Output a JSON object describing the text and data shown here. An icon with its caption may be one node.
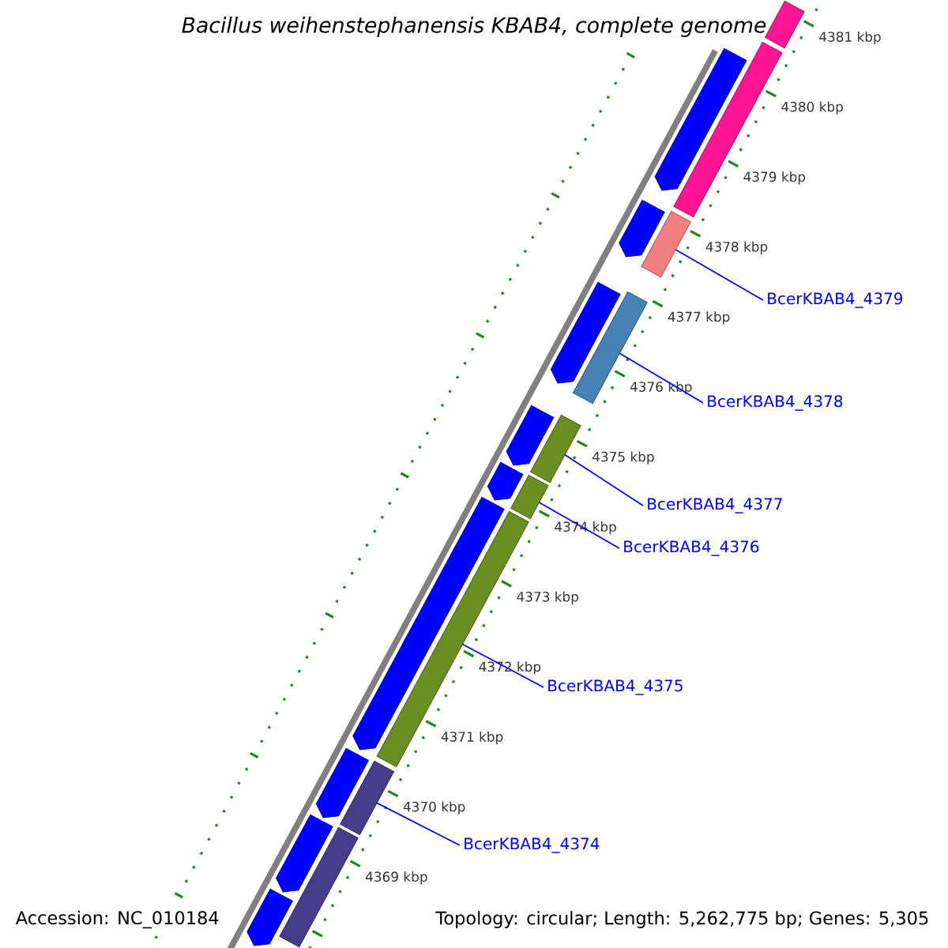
{
  "diagram": {
    "title": "Bacillus weihenstephanensis KBAB4, complete genome",
    "nodes": [
      {
        "text": [
          "BcerKBAB4_4379"
        ]
      },
      {
        "text": [
          "BcerKBAB4_4378"
        ]
      },
      {
        "text": [
          "BcerKBAB4_4377"
        ]
      },
      {
        "text": [
          "BcerKBAB4_4376"
        ]
      },
      {
        "text": [
          "BcerKBAB4_4375"
        ]
      },
      {
        "text": [
          "BcerKBAB4_4374"
        ]
      },
      {
        "text": [],
        "shape": "pentagon"
      },
      {
        "text": [],
        "shape": "bar"
      },
      {
        "text": [],
        "shape": "bar"
      },
      {
        "text": [],
        "shape": "pentagon"
      },
      {
        "text": [],
        "shape": "bar"
      },
      {
        "text": [],
        "shape": "pentagon"
      },
      {
        "text": [],
        "shape": "bar"
      },
      {
        "text": [],
        "shape": "pentagon"
      },
      {
        "text": [],
        "shape": "bar"
      },
      {
        "text": [],
        "shape": "pentagon"
      },
      {
        "text": [],
        "shape": "bar"
      },
      {
        "text": [],
        "shape": "pentagon"
      },
      {
        "text": [],
        "shape": "bar"
      },
      {
        "text": [],
        "shape": "pentagon"
      },
      {
        "text": [],
        "shape": "bar"
      },
      {
        "text": [],
        "shape": "pentagon"
      },
      {
        "text": [],
        "shape": "bar"
      },
      {
        "text": [],
        "shape": "pentagon"
      }
    ],
    "edges": [
      {
        "from": 0,
        "to": 10,
        "arrow": "none"
      },
      {
        "from": 1,
        "to": 12,
        "arrow": "none"
      },
      {
        "from": 2,
        "to": 14,
        "arrow": "none"
      },
      {
        "from": 3,
        "to": 16,
        "arrow": "none"
      },
      {
        "from": 4,
        "to": 18,
        "arrow": "none"
      },
      {
        "from": 5,
        "to": 20,
        "arrow": "none"
      }
    ],
    "labels": [
      "4381 kbp",
      "4380 kbp",
      "4379 kbp",
      "4378 kbp",
      "4377 kbp",
      "4376 kbp",
      "4375 kbp",
      "4374 kbp",
      "4373 kbp",
      "4372 kbp",
      "4371 kbp",
      "4370 kbp",
      "4369 kbp",
      "Accession: NC_010184",
      "Topology: circular; Length: 5,262,775 bp; Genes: 5,305"
    ]
  }
}
